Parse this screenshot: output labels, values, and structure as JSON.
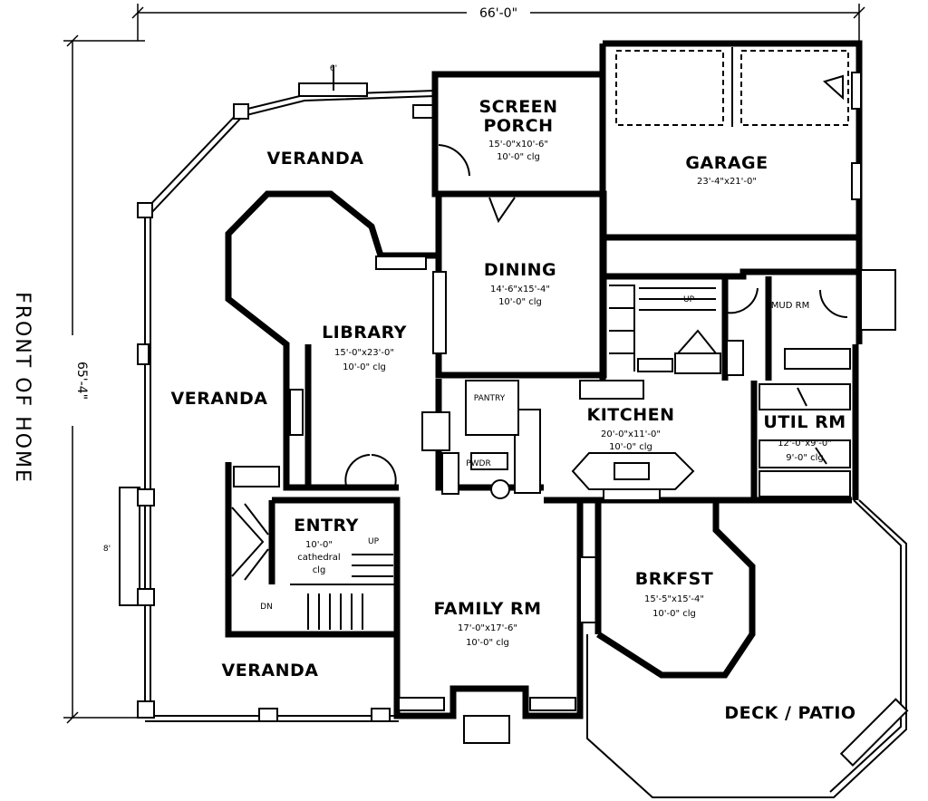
{
  "front_label": "FRONT OF HOME",
  "dimensions": {
    "overall_width": "66'-0\"",
    "overall_depth": "65'-4\""
  },
  "rooms": {
    "screen_porch": {
      "name_line1": "SCREEN",
      "name_line2": "PORCH",
      "size": "15'-0\"x10'-6\"",
      "ceiling": "10'-0\" clg"
    },
    "garage": {
      "name": "GARAGE",
      "size": "23'-4\"x21'-0\""
    },
    "veranda_top": {
      "name": "VERANDA"
    },
    "veranda_left": {
      "name": "VERANDA"
    },
    "veranda_bottom": {
      "name": "VERANDA"
    },
    "dining": {
      "name": "DINING",
      "size": "14'-6\"x15'-4\"",
      "ceiling": "10'-0\" clg"
    },
    "library": {
      "name": "LIBRARY",
      "size": "15'-0\"x23'-0\"",
      "ceiling": "10'-0\" clg"
    },
    "mud_rm": {
      "name": "MUD RM"
    },
    "kitchen": {
      "name": "KITCHEN",
      "size": "20'-0\"x11'-0\"",
      "ceiling": "10'-0\" clg"
    },
    "util_rm": {
      "name": "UTIL RM",
      "size": "12'-0\"x9'-0\"",
      "ceiling": "9'-0\" clg"
    },
    "entry": {
      "name": "ENTRY",
      "size": "10'-0\"",
      "ceiling": "cathedral",
      "ceiling2": "clg"
    },
    "brkfst": {
      "name": "BRKFST",
      "size": "15'-5\"x15'-4\"",
      "ceiling": "10'-0\" clg"
    },
    "family_rm": {
      "name": "FAMILY RM",
      "size": "17'-0\"x17'-6\"",
      "ceiling": "10'-0\" clg"
    },
    "deck_patio": {
      "name": "DECK / PATIO"
    }
  },
  "fixtures": {
    "pantry": "PANTRY",
    "dn": "DN",
    "up": "UP",
    "up2": "UP",
    "pwdr": "PWDR",
    "window_tag": "6'",
    "window_tag2": "8'"
  }
}
